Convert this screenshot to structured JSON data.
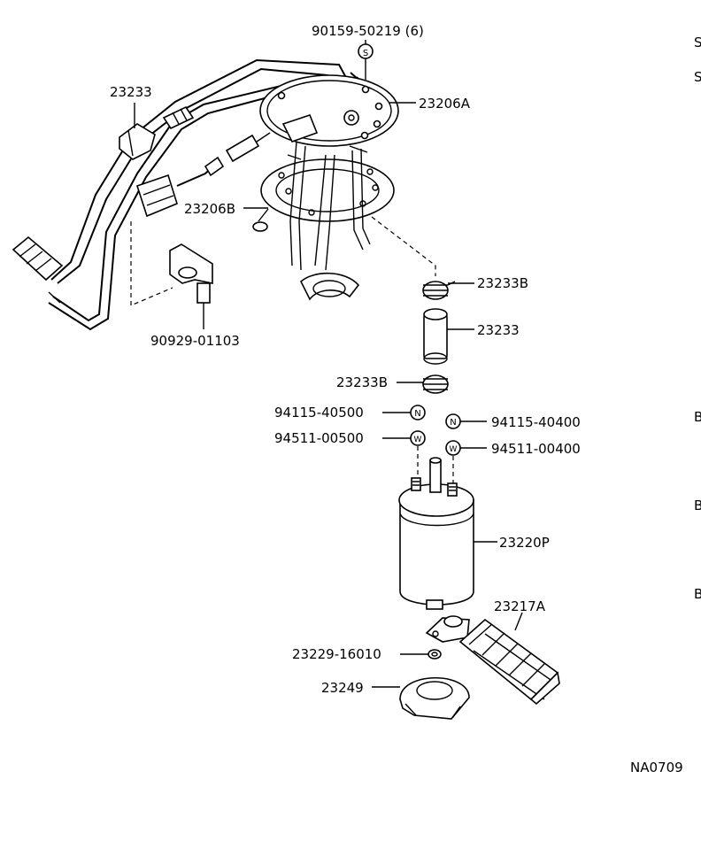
{
  "callouts": {
    "screw_pn": "90159-50219 (6)",
    "tube_pn": "23233",
    "plate_pn": "23206A",
    "gasket_pn": "23206B",
    "bracket_pn": "90929-01103",
    "upper_clamp_pn": "23233B",
    "hose_pn": "23233",
    "lower_clamp_pn": "23233B",
    "nut_left_pn": "94115-40500",
    "washer_left_pn": "94511-00500",
    "nut_right_pn": "94115-40400",
    "washer_right_pn": "94511-00400",
    "pump_pn": "23220P",
    "connector_pn": "23217A",
    "filter_ring_pn": "23229-16010",
    "cushion_pn": "23249"
  },
  "symbols": {
    "screw": "S",
    "nut": "N",
    "washer": "W"
  },
  "edge_letters": [
    "S",
    "S",
    "B",
    "B",
    "B"
  ],
  "diagram_code": "NA0709",
  "icons": [
    "fuel-sender-plate-icon",
    "fuel-pump-icon",
    "hose-clamp-icon",
    "wiring-connector-icon"
  ]
}
